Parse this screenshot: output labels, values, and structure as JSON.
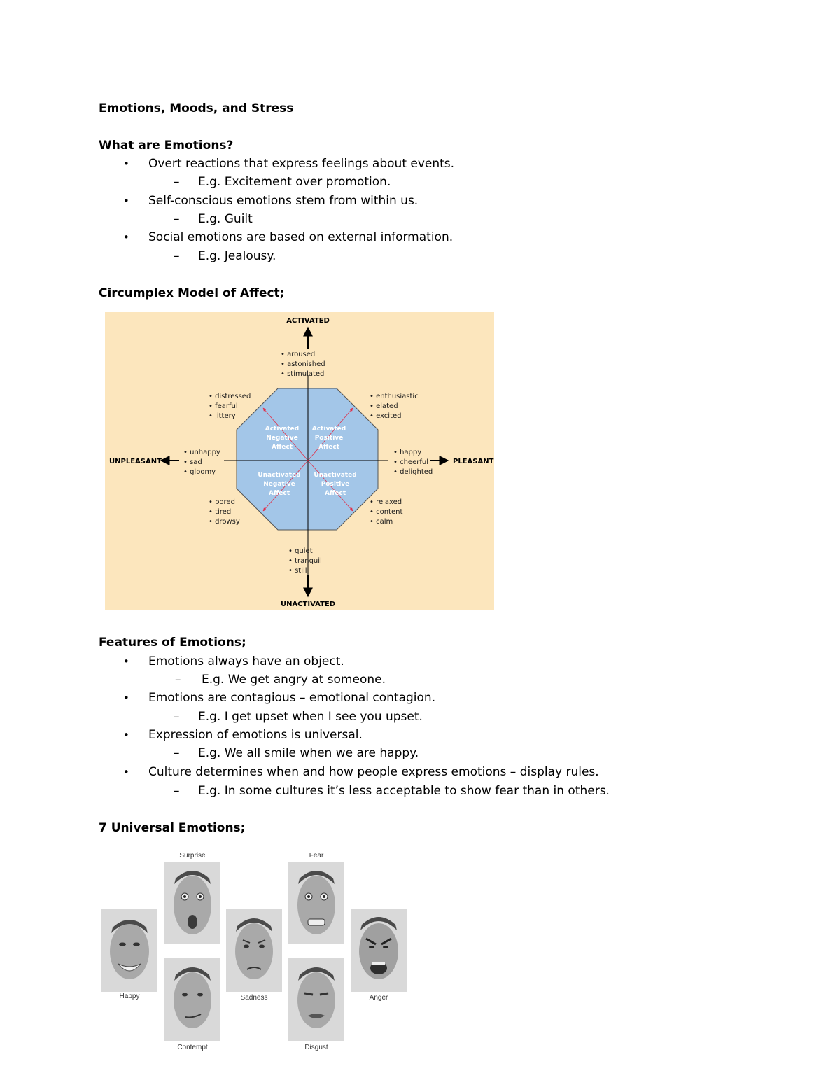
{
  "title": "Emotions, Moods, and Stress",
  "section1": {
    "heading": "What are Emotions?",
    "bullets": [
      {
        "text": "Overt reactions that express feelings about events.",
        "sub": "E.g. Excitement over promotion."
      },
      {
        "text": "Self-conscious emotions stem from within us.",
        "sub": "E.g. Guilt"
      },
      {
        "text": "Social emotions are based on external information.",
        "sub": "E.g. Jealousy."
      }
    ]
  },
  "section2": {
    "heading": "Circumplex Model of Affect;"
  },
  "circumplex": {
    "axes": {
      "top": "ACTIVATED",
      "bottom": "UNACTIVATED",
      "left": "UNPLEASANT",
      "right": "PLEASANT"
    },
    "top_words": [
      "• aroused",
      "• astonished",
      "• stimulated"
    ],
    "bottom_words": [
      "• quiet",
      "• tranquil",
      "• still"
    ],
    "left_words": [
      "• unhappy",
      "• sad",
      "• gloomy"
    ],
    "right_words": [
      "• happy",
      "• cheerful",
      "• delighted"
    ],
    "upper_left_words": [
      "• distressed",
      "• fearful",
      "• jittery"
    ],
    "upper_right_words": [
      "• enthusiastic",
      "• elated",
      "• excited"
    ],
    "lower_left_words": [
      "• bored",
      "• tired",
      "• drowsy"
    ],
    "lower_right_words": [
      "• relaxed",
      "• content",
      "• calm"
    ],
    "quadrants": {
      "upper_left": [
        "Activated",
        "Negative",
        "Affect"
      ],
      "upper_right": [
        "Activated",
        "Positive",
        "Affect"
      ],
      "lower_left": [
        "Unactivated",
        "Negative",
        "Affect"
      ],
      "lower_right": [
        "Unactivated",
        "Positive",
        "Affect"
      ]
    },
    "colors": {
      "background": "#fce6bd",
      "octagon": "#a3c6e8",
      "arrows": "#e0304a"
    }
  },
  "section3": {
    "heading": "Features of Emotions;",
    "bullets": [
      {
        "text": "Emotions always have an object.",
        "sub": "E.g. We get angry at someone."
      },
      {
        "text": "Emotions are contagious – emotional contagion.",
        "sub": "E.g. I get upset when I see you upset."
      },
      {
        "text": "Expression of emotions is universal.",
        "sub": "E.g. We all smile when we are happy."
      },
      {
        "text": "Culture determines when and how people express emotions – display rules.",
        "sub": "E.g. In some cultures it’s less acceptable to show fear than in others."
      }
    ]
  },
  "section4": {
    "heading": "7 Universal Emotions;",
    "faces": {
      "happy": "Happy",
      "surprise": "Surprise",
      "contempt": "Contempt",
      "sadness": "Sadness",
      "fear": "Fear",
      "disgust": "Disgust",
      "anger": "Anger"
    }
  },
  "bullet_char": "•",
  "dash_char": "–"
}
